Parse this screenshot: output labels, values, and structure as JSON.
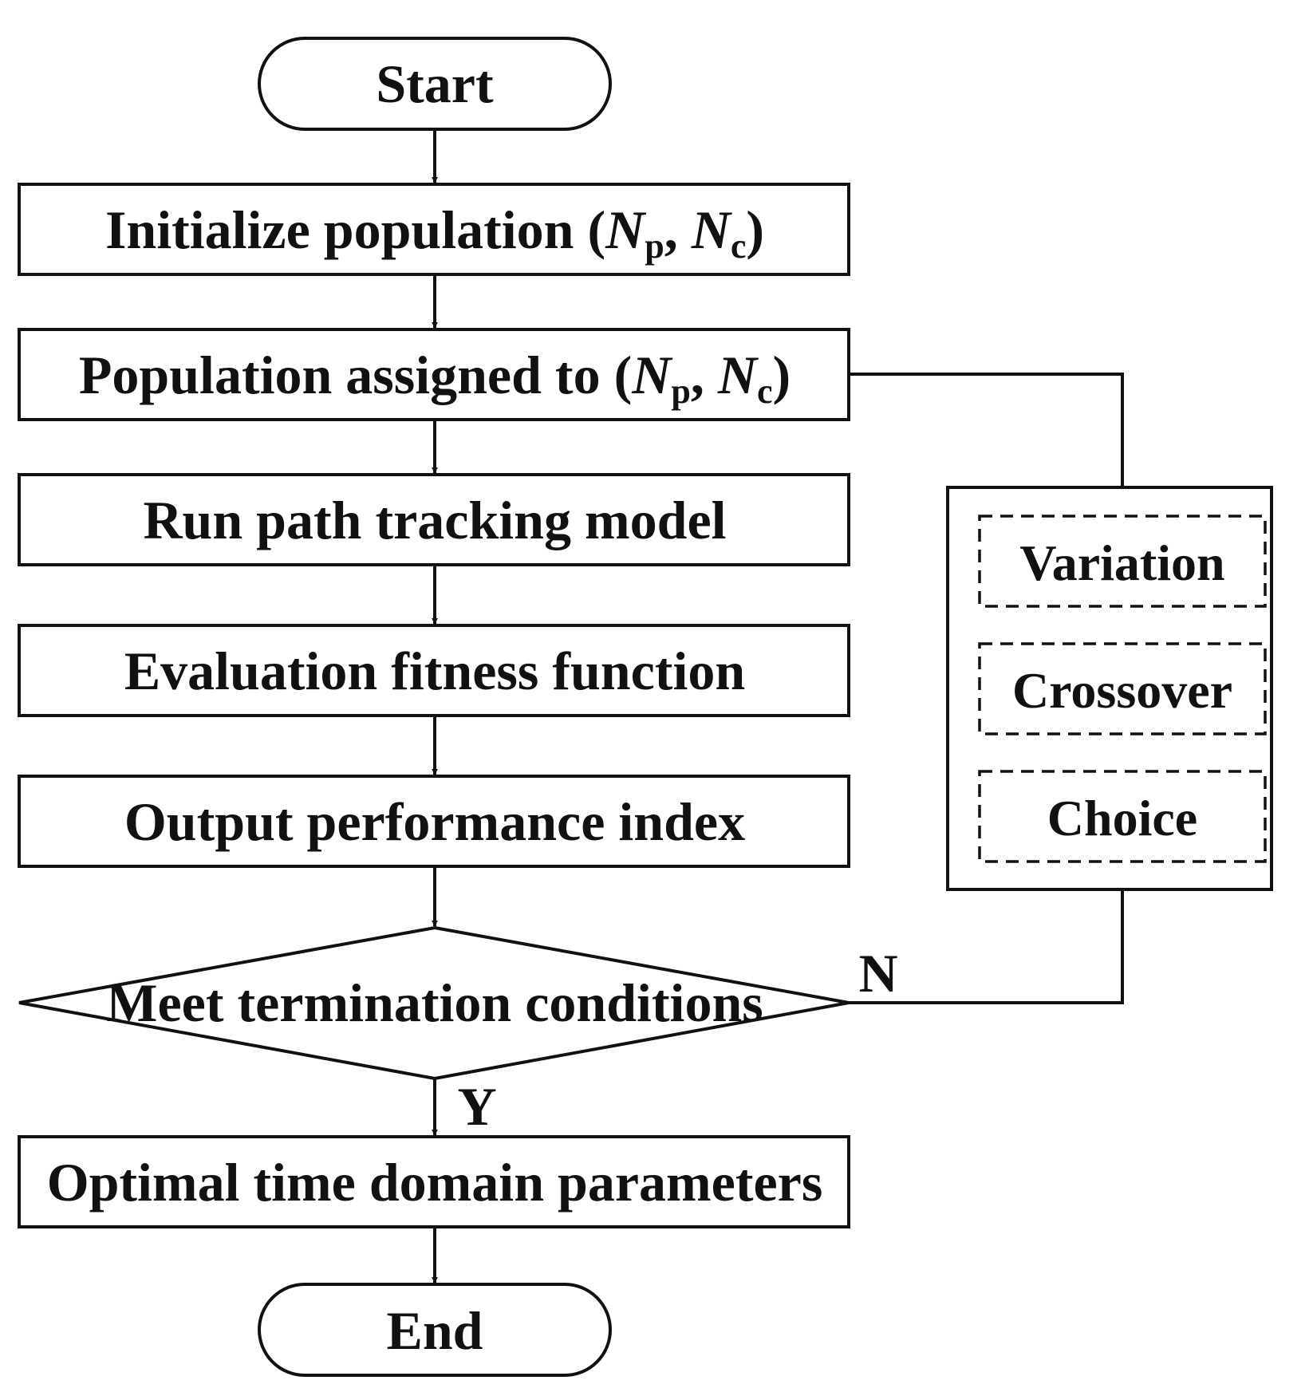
{
  "nodes": {
    "start": "Start",
    "init": {
      "text": "Initialize population (",
      "n1": "N",
      "s1": "p",
      "mid": ", ",
      "n2": "N",
      "s2": "c",
      "end": ")"
    },
    "assign": {
      "text": "Population assigned to (",
      "n1": "N",
      "s1": "p",
      "mid": ", ",
      "n2": "N",
      "s2": "c",
      "end": ")"
    },
    "run": "Run path tracking model",
    "eval": "Evaluation fitness function",
    "output": "Output performance index",
    "decision": "Meet termination conditions",
    "optimal": "Optimal time domain parameters",
    "end": "End"
  },
  "ga_ops": [
    "Variation",
    "Crossover",
    "Choice"
  ],
  "edge_labels": {
    "no": "N",
    "yes": "Y"
  }
}
